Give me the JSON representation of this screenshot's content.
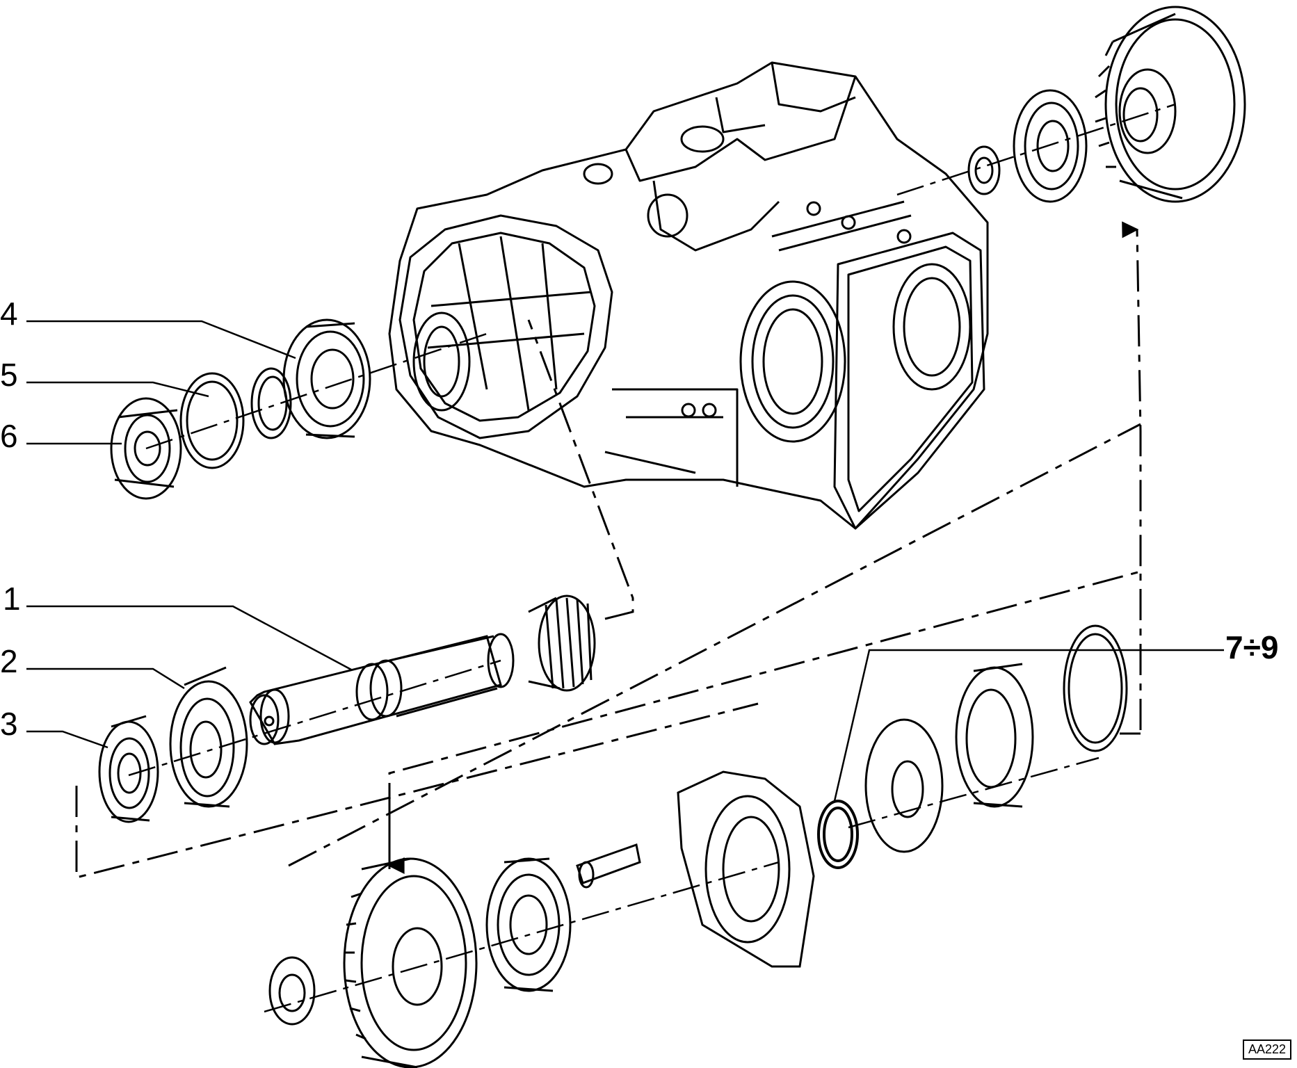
{
  "diagram": {
    "callouts": [
      {
        "id": "c4",
        "label": "4"
      },
      {
        "id": "c5",
        "label": "5"
      },
      {
        "id": "c6",
        "label": "6"
      },
      {
        "id": "c1",
        "label": "1"
      },
      {
        "id": "c2",
        "label": "2"
      },
      {
        "id": "c3",
        "label": "3"
      },
      {
        "id": "c79",
        "label": "7÷9"
      }
    ],
    "reference_code": "AA222",
    "colors": {
      "line": "#000000",
      "background": "#ffffff"
    }
  }
}
